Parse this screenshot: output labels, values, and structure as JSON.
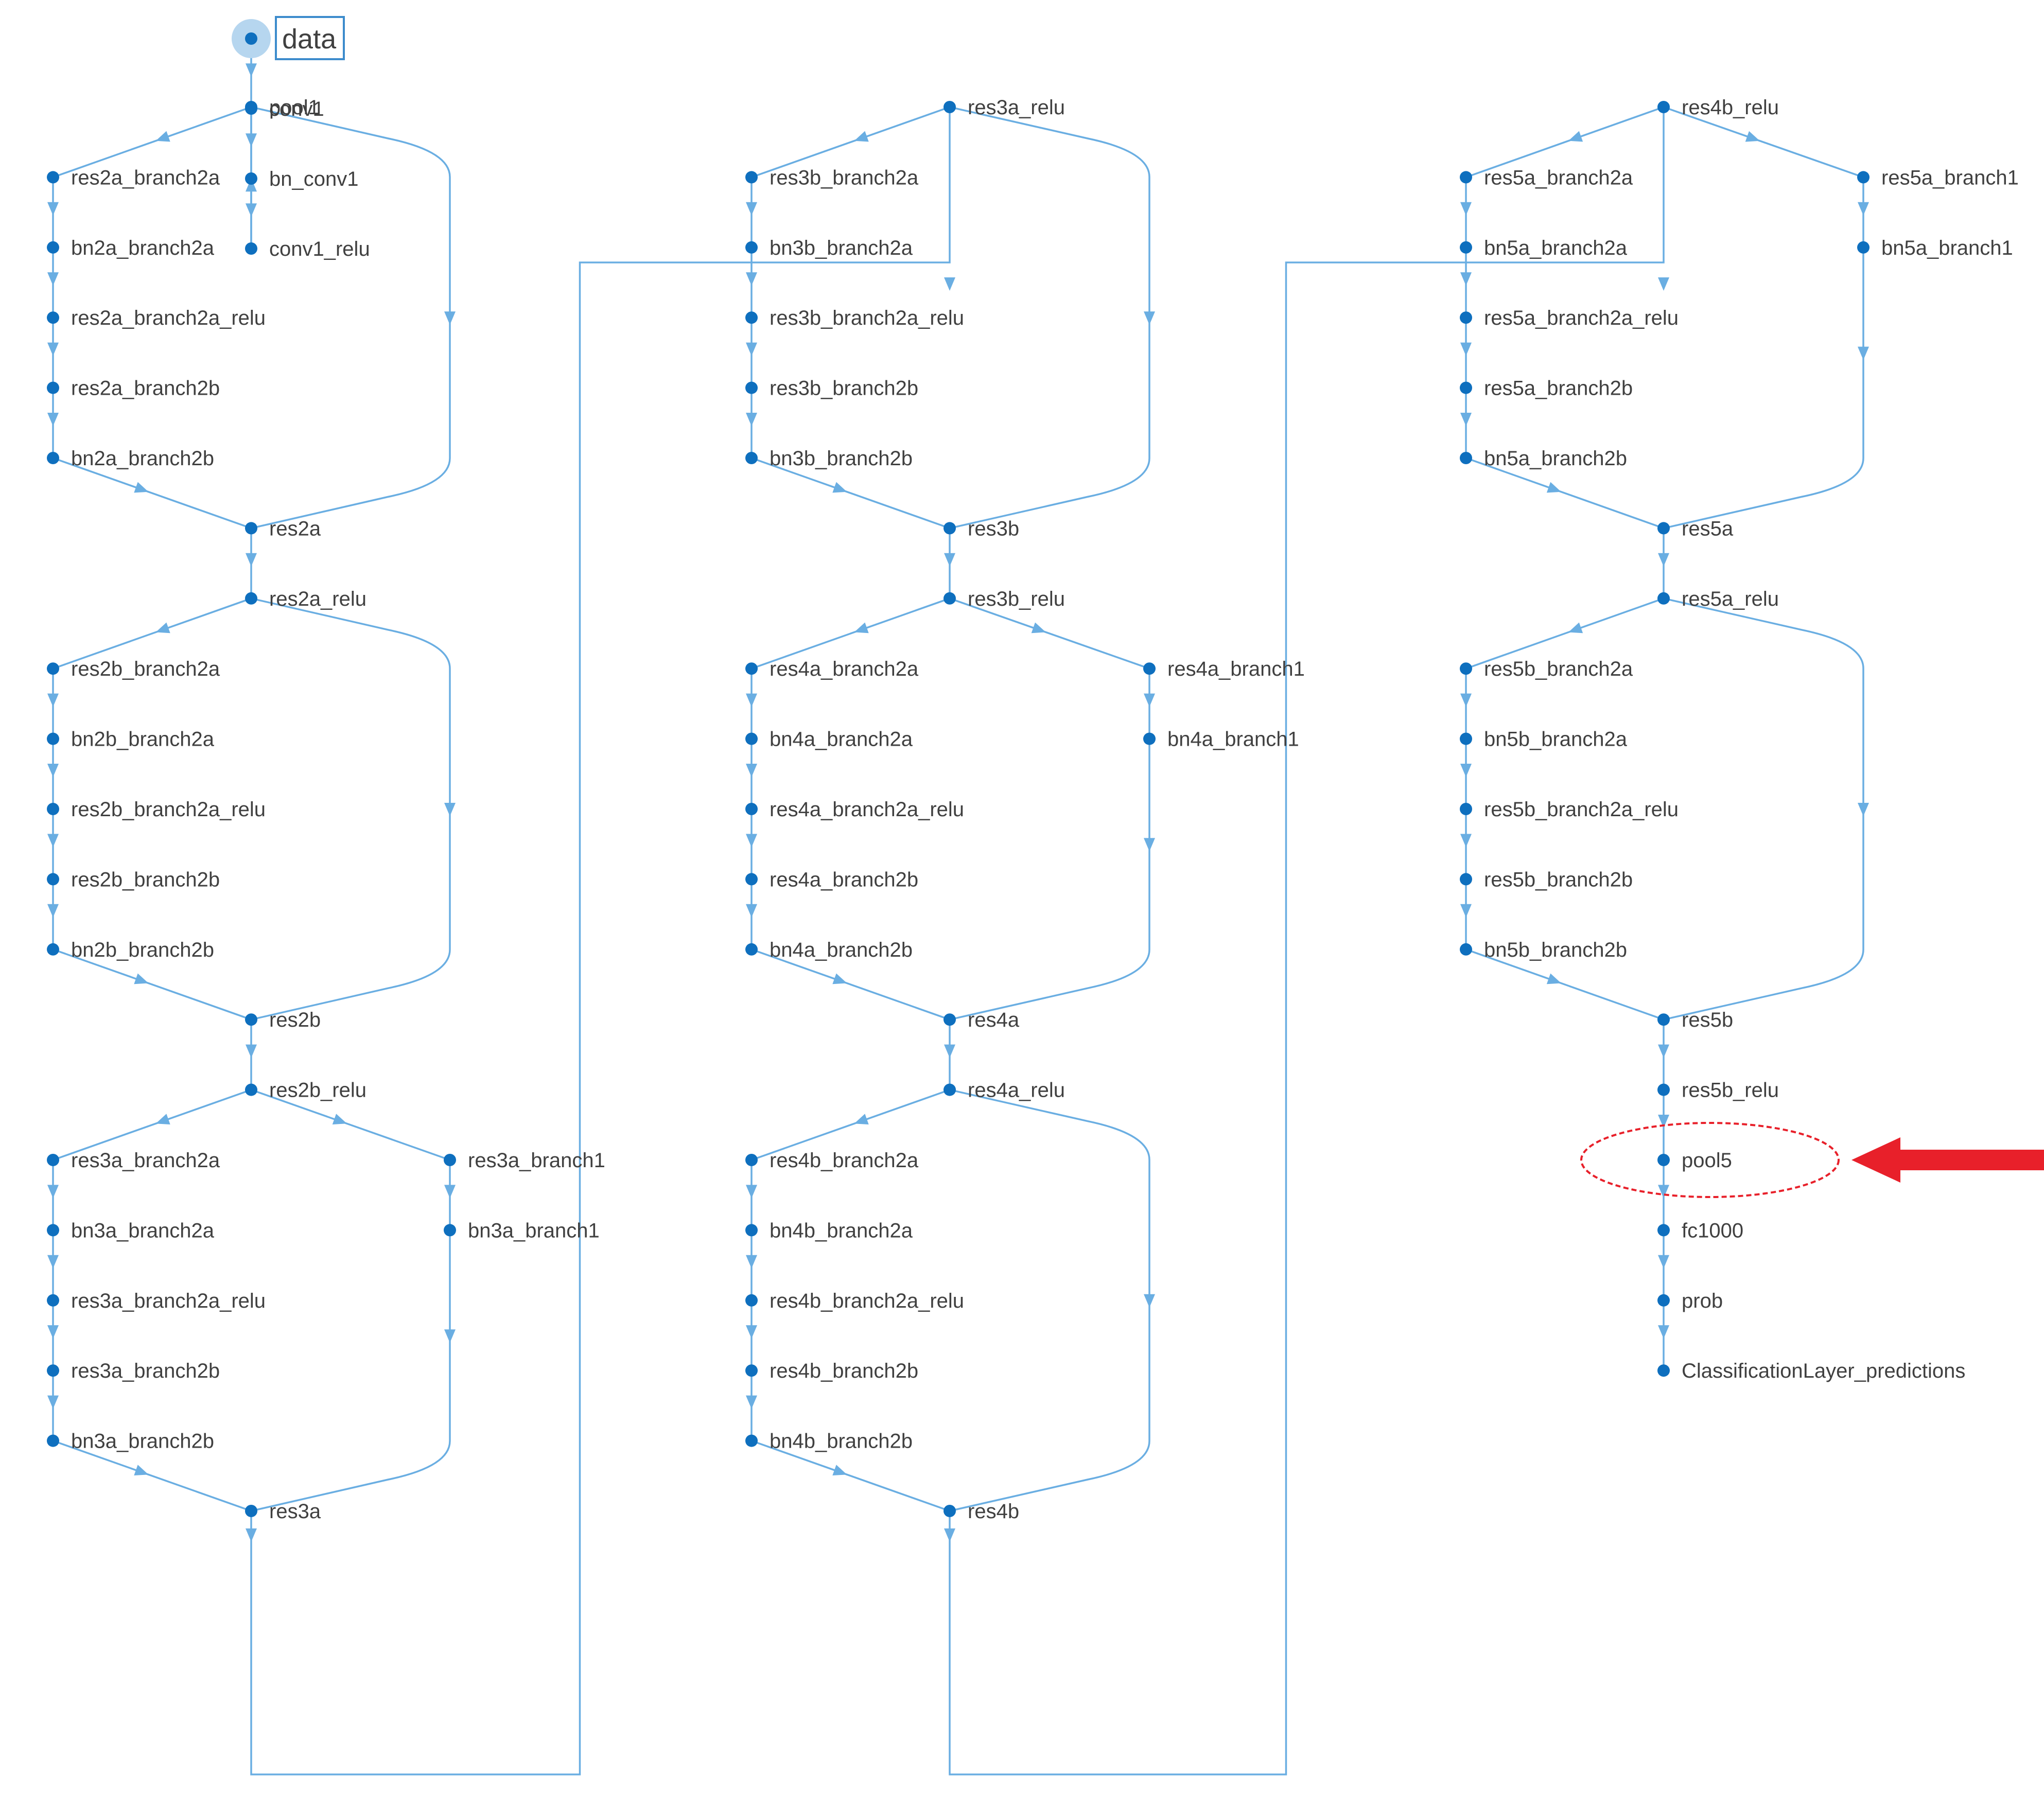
{
  "colors": {
    "edge": "#6aaee2",
    "node": "#0e6fbe",
    "selected_halo": "#b6d6ef",
    "selected_box": "#3d8ccc",
    "label": "#404040",
    "highlight": "#e8202a"
  },
  "highlight": {
    "node": "pool5",
    "marker": "red-arrow-and-ellipse"
  },
  "selected_node": "data",
  "columns": [
    {
      "id": "col1",
      "nodes": [
        {
          "label": "data",
          "lane": "main",
          "row": 0
        },
        {
          "label": "conv1",
          "lane": "main",
          "row": 1
        },
        {
          "label": "bn_conv1",
          "lane": "main",
          "row": 2
        },
        {
          "label": "conv1_relu",
          "lane": "main",
          "row": 3
        },
        {
          "label": "pool1",
          "lane": "main",
          "row": 4
        },
        {
          "label": "res2a_branch2a",
          "lane": "left",
          "row": 5
        },
        {
          "label": "bn2a_branch2a",
          "lane": "left",
          "row": 6
        },
        {
          "label": "res2a_branch2a_relu",
          "lane": "left",
          "row": 7
        },
        {
          "label": "res2a_branch2b",
          "lane": "left",
          "row": 8
        },
        {
          "label": "bn2a_branch2b",
          "lane": "left",
          "row": 9
        },
        {
          "label": "res2a",
          "lane": "main",
          "row": 10
        },
        {
          "label": "res2a_relu",
          "lane": "main",
          "row": 11
        },
        {
          "label": "res2b_branch2a",
          "lane": "left",
          "row": 12
        },
        {
          "label": "bn2b_branch2a",
          "lane": "left",
          "row": 13
        },
        {
          "label": "res2b_branch2a_relu",
          "lane": "left",
          "row": 14
        },
        {
          "label": "res2b_branch2b",
          "lane": "left",
          "row": 15
        },
        {
          "label": "bn2b_branch2b",
          "lane": "left",
          "row": 16
        },
        {
          "label": "res2b",
          "lane": "main",
          "row": 17
        },
        {
          "label": "res2b_relu",
          "lane": "main",
          "row": 18
        },
        {
          "label": "res3a_branch2a",
          "lane": "left",
          "row": 19
        },
        {
          "label": "bn3a_branch2a",
          "lane": "left",
          "row": 20
        },
        {
          "label": "res3a_branch2a_relu",
          "lane": "left",
          "row": 21
        },
        {
          "label": "res3a_branch2b",
          "lane": "left",
          "row": 22
        },
        {
          "label": "bn3a_branch2b",
          "lane": "left",
          "row": 23
        },
        {
          "label": "res3a_branch1",
          "lane": "right",
          "row": 19
        },
        {
          "label": "bn3a_branch1",
          "lane": "right",
          "row": 20
        },
        {
          "label": "res3a",
          "lane": "main",
          "row": 24
        }
      ],
      "blocks": [
        {
          "split": "pool1",
          "merge": "res2a",
          "left": [
            "res2a_branch2a",
            "bn2a_branch2a",
            "res2a_branch2a_relu",
            "res2a_branch2b",
            "bn2a_branch2b"
          ],
          "right": []
        },
        {
          "split": "res2a_relu",
          "merge": "res2b",
          "left": [
            "res2b_branch2a",
            "bn2b_branch2a",
            "res2b_branch2a_relu",
            "res2b_branch2b",
            "bn2b_branch2b"
          ],
          "right": []
        },
        {
          "split": "res2b_relu",
          "merge": "res3a",
          "left": [
            "res3a_branch2a",
            "bn3a_branch2a",
            "res3a_branch2a_relu",
            "res3a_branch2b",
            "bn3a_branch2b"
          ],
          "right": [
            "res3a_branch1",
            "bn3a_branch1"
          ]
        }
      ]
    },
    {
      "id": "col2",
      "nodes": [
        {
          "label": "res3a_relu",
          "lane": "main",
          "row": 4
        },
        {
          "label": "res3b_branch2a",
          "lane": "left",
          "row": 5
        },
        {
          "label": "bn3b_branch2a",
          "lane": "left",
          "row": 6
        },
        {
          "label": "res3b_branch2a_relu",
          "lane": "left",
          "row": 7
        },
        {
          "label": "res3b_branch2b",
          "lane": "left",
          "row": 8
        },
        {
          "label": "bn3b_branch2b",
          "lane": "left",
          "row": 9
        },
        {
          "label": "res3b",
          "lane": "main",
          "row": 10
        },
        {
          "label": "res3b_relu",
          "lane": "main",
          "row": 11
        },
        {
          "label": "res4a_branch2a",
          "lane": "left",
          "row": 12
        },
        {
          "label": "bn4a_branch2a",
          "lane": "left",
          "row": 13
        },
        {
          "label": "res4a_branch2a_relu",
          "lane": "left",
          "row": 14
        },
        {
          "label": "res4a_branch2b",
          "lane": "left",
          "row": 15
        },
        {
          "label": "bn4a_branch2b",
          "lane": "left",
          "row": 16
        },
        {
          "label": "res4a_branch1",
          "lane": "right",
          "row": 12
        },
        {
          "label": "bn4a_branch1",
          "lane": "right",
          "row": 13
        },
        {
          "label": "res4a",
          "lane": "main",
          "row": 17
        },
        {
          "label": "res4a_relu",
          "lane": "main",
          "row": 18
        },
        {
          "label": "res4b_branch2a",
          "lane": "left",
          "row": 19
        },
        {
          "label": "bn4b_branch2a",
          "lane": "left",
          "row": 20
        },
        {
          "label": "res4b_branch2a_relu",
          "lane": "left",
          "row": 21
        },
        {
          "label": "res4b_branch2b",
          "lane": "left",
          "row": 22
        },
        {
          "label": "bn4b_branch2b",
          "lane": "left",
          "row": 23
        },
        {
          "label": "res4b",
          "lane": "main",
          "row": 24
        }
      ],
      "blocks": [
        {
          "split": "res3a_relu",
          "merge": "res3b",
          "left": [
            "res3b_branch2a",
            "bn3b_branch2a",
            "res3b_branch2a_relu",
            "res3b_branch2b",
            "bn3b_branch2b"
          ],
          "right": []
        },
        {
          "split": "res3b_relu",
          "merge": "res4a",
          "left": [
            "res4a_branch2a",
            "bn4a_branch2a",
            "res4a_branch2a_relu",
            "res4a_branch2b",
            "bn4a_branch2b"
          ],
          "right": [
            "res4a_branch1",
            "bn4a_branch1"
          ]
        },
        {
          "split": "res4a_relu",
          "merge": "res4b",
          "left": [
            "res4b_branch2a",
            "bn4b_branch2a",
            "res4b_branch2a_relu",
            "res4b_branch2b",
            "bn4b_branch2b"
          ],
          "right": []
        }
      ]
    },
    {
      "id": "col3",
      "nodes": [
        {
          "label": "res4b_relu",
          "lane": "main",
          "row": 4
        },
        {
          "label": "res5a_branch2a",
          "lane": "left",
          "row": 5
        },
        {
          "label": "bn5a_branch2a",
          "lane": "left",
          "row": 6
        },
        {
          "label": "res5a_branch2a_relu",
          "lane": "left",
          "row": 7
        },
        {
          "label": "res5a_branch2b",
          "lane": "left",
          "row": 8
        },
        {
          "label": "bn5a_branch2b",
          "lane": "left",
          "row": 9
        },
        {
          "label": "res5a_branch1",
          "lane": "right",
          "row": 5
        },
        {
          "label": "bn5a_branch1",
          "lane": "right",
          "row": 6
        },
        {
          "label": "res5a",
          "lane": "main",
          "row": 10
        },
        {
          "label": "res5a_relu",
          "lane": "main",
          "row": 11
        },
        {
          "label": "res5b_branch2a",
          "lane": "left",
          "row": 12
        },
        {
          "label": "bn5b_branch2a",
          "lane": "left",
          "row": 13
        },
        {
          "label": "res5b_branch2a_relu",
          "lane": "left",
          "row": 14
        },
        {
          "label": "res5b_branch2b",
          "lane": "left",
          "row": 15
        },
        {
          "label": "bn5b_branch2b",
          "lane": "left",
          "row": 16
        },
        {
          "label": "res5b",
          "lane": "main",
          "row": 17
        },
        {
          "label": "res5b_relu",
          "lane": "main",
          "row": 18
        },
        {
          "label": "pool5",
          "lane": "main",
          "row": 19
        },
        {
          "label": "fc1000",
          "lane": "main",
          "row": 20
        },
        {
          "label": "prob",
          "lane": "main",
          "row": 21
        },
        {
          "label": "ClassificationLayer_predictions",
          "lane": "main",
          "row": 22
        }
      ],
      "blocks": [
        {
          "split": "res4b_relu",
          "merge": "res5a",
          "left": [
            "res5a_branch2a",
            "bn5a_branch2a",
            "res5a_branch2a_relu",
            "res5a_branch2b",
            "bn5a_branch2b"
          ],
          "right": [
            "res5a_branch1",
            "bn5a_branch1"
          ]
        },
        {
          "split": "res5a_relu",
          "merge": "res5b",
          "left": [
            "res5b_branch2a",
            "bn5b_branch2a",
            "res5b_branch2a_relu",
            "res5b_branch2b",
            "bn5b_branch2b"
          ],
          "right": []
        }
      ]
    }
  ],
  "chains": [
    [
      "data",
      "conv1",
      "bn_conv1",
      "conv1_relu",
      "pool1"
    ],
    [
      "res2a",
      "res2a_relu"
    ],
    [
      "res2b",
      "res2b_relu"
    ],
    [
      "res3b",
      "res3b_relu"
    ],
    [
      "res4a",
      "res4a_relu"
    ],
    [
      "res5a",
      "res5a_relu"
    ],
    [
      "res5b",
      "res5b_relu",
      "pool5",
      "fc1000",
      "prob",
      "ClassificationLayer_predictions"
    ]
  ],
  "connectors": [
    {
      "from": "res3a",
      "to": "res3a_relu"
    },
    {
      "from": "res4b",
      "to": "res4b_relu"
    }
  ]
}
